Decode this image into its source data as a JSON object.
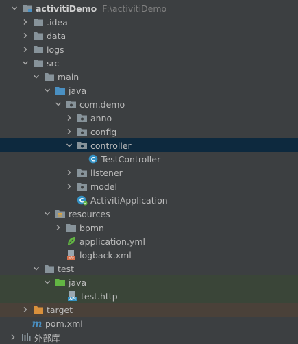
{
  "project": {
    "root_name": "activitiDemo",
    "root_path": "F:\\activitiDemo",
    "items": [
      {
        "label": "activitiDemo"
      },
      {
        "label": ".idea"
      },
      {
        "label": "data"
      },
      {
        "label": "logs"
      },
      {
        "label": "src"
      },
      {
        "label": "main"
      },
      {
        "label": "java"
      },
      {
        "label": "com.demo"
      },
      {
        "label": "anno"
      },
      {
        "label": "config"
      },
      {
        "label": "controller"
      },
      {
        "label": "TestController"
      },
      {
        "label": "listener"
      },
      {
        "label": "model"
      },
      {
        "label": "ActivitiApplication"
      },
      {
        "label": "resources"
      },
      {
        "label": "bpmn"
      },
      {
        "label": "application.yml"
      },
      {
        "label": "logback.xml"
      },
      {
        "label": "test"
      },
      {
        "label": "java"
      },
      {
        "label": "test.http"
      },
      {
        "label": "target"
      },
      {
        "label": "pom.xml"
      },
      {
        "label": "外部库"
      }
    ]
  },
  "colors": {
    "background": "#3c3f41",
    "selected_row": "#0d293e",
    "test_source_row": "#3a4538",
    "excluded_row": "#4a4139",
    "folder": "#87939a",
    "source_folder": "#4a90c2",
    "test_folder": "#62b543"
  }
}
